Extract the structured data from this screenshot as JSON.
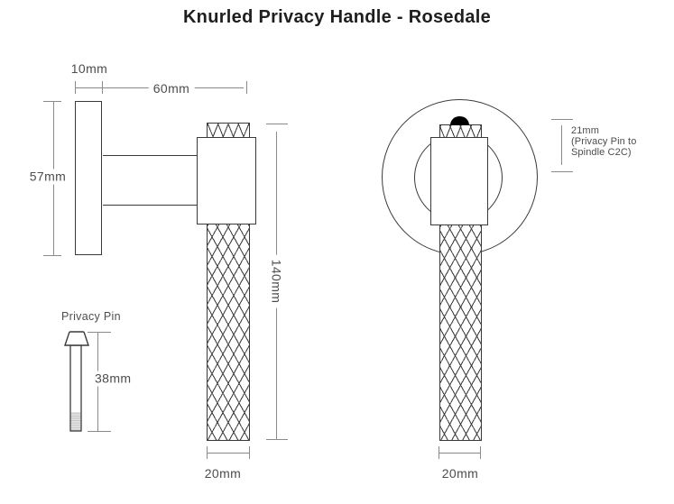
{
  "title": "Knurled Privacy Handle - Rosedale",
  "colors": {
    "outline": "#3a3a3a",
    "dimension_line": "#8a8a8a",
    "label_text": "#4d4d4d",
    "title_text": "#1e1e1e",
    "pin_indicator": "#000000",
    "thread_fill": "#e3e3e3"
  },
  "side_view": {
    "dim_plate_thickness": "10mm",
    "dim_projection": "60mm",
    "dim_rose_diameter": "57mm",
    "dim_lever_length": "140mm",
    "dim_lever_width": "20mm"
  },
  "front_view": {
    "dim_lever_width": "20mm",
    "dim_pin_to_spindle_line1": "21mm",
    "dim_pin_to_spindle_line2": "(Privacy Pin to",
    "dim_pin_to_spindle_line3": "Spindle C2C)"
  },
  "privacy_pin": {
    "label": "Privacy Pin",
    "dim_length": "38mm"
  }
}
